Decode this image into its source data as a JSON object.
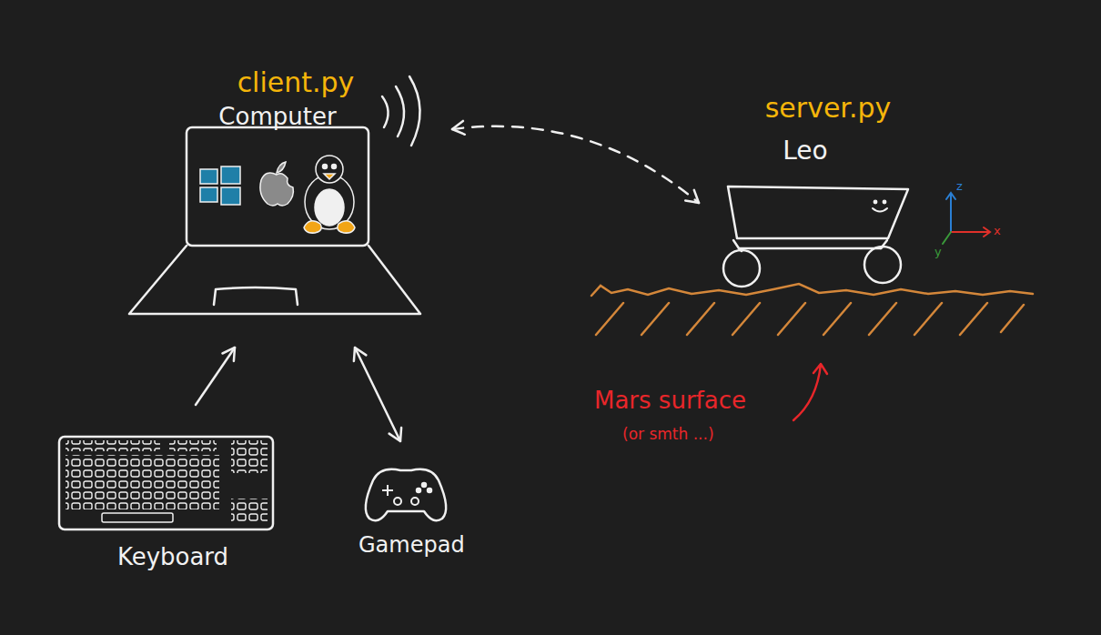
{
  "diagram": {
    "nodes": [
      {
        "text": [
          "client.py",
          "Computer"
        ]
      },
      {
        "text": [
          "server.py",
          "Leo"
        ]
      },
      {
        "text": [
          "Keyboard"
        ]
      },
      {
        "text": [
          "Gamepad"
        ]
      }
    ],
    "edges": [
      {
        "from": 0,
        "to": 1,
        "arrow": "both"
      },
      {
        "from": 2,
        "to": 0,
        "arrow": "to"
      },
      {
        "from": 3,
        "to": 0,
        "arrow": "both"
      }
    ],
    "labels": [
      "Mars surface",
      "(or smth ...)",
      "z",
      "x",
      "y"
    ]
  }
}
